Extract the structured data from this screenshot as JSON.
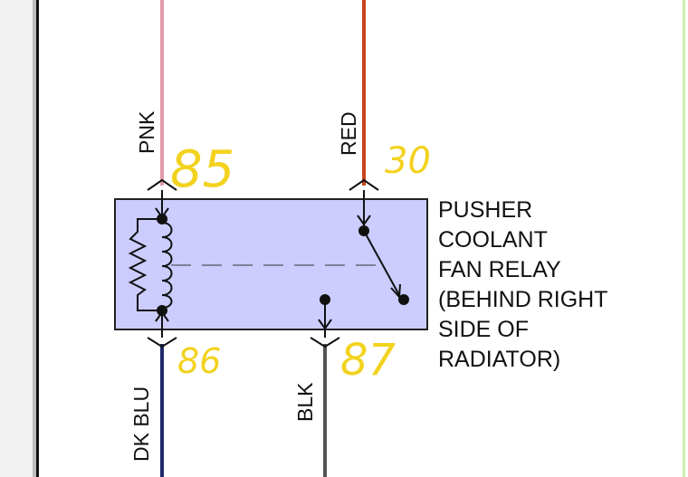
{
  "diagram": {
    "relay_label_lines": [
      "PUSHER",
      "COOLANT",
      "FAN RELAY",
      "(BEHIND RIGHT",
      "SIDE OF",
      "RADIATOR)"
    ],
    "wires": {
      "top_left": {
        "color_code": "PNK",
        "color": "#e399ab"
      },
      "top_right": {
        "color_code": "RED",
        "color": "#c8451e"
      },
      "bot_left": {
        "color_code": "DK BLU",
        "color": "#1f2a6b"
      },
      "bot_right": {
        "color_code": "BLK",
        "color": "#555555"
      }
    },
    "handwritten_pins": {
      "top_left": "85",
      "top_right": "30",
      "bot_left": "86",
      "bot_right": "87"
    },
    "colors": {
      "relay_fill": "#ccccff",
      "handwriting": "#f3d21f",
      "left_frame": "#bbbbbb",
      "right_frame": "#ccf0b0"
    }
  }
}
